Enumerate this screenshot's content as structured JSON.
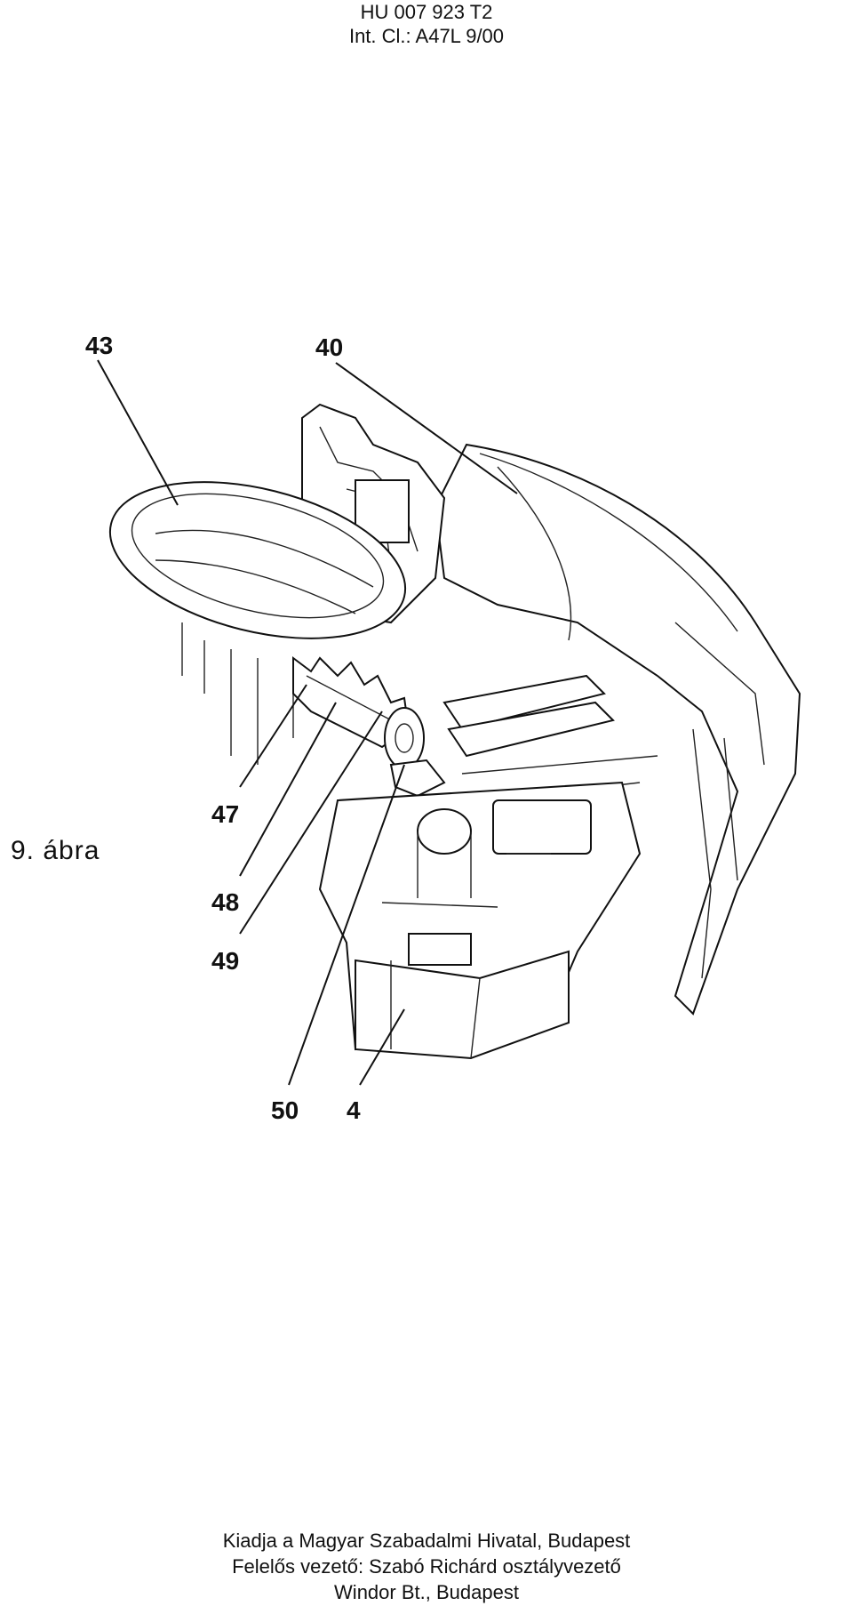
{
  "header": {
    "doc_number": "HU 007 923 T2",
    "classification": "Int. Cl.: A47L 9/00"
  },
  "figure": {
    "caption": "9. ábra",
    "labels": [
      "43",
      "40",
      "47",
      "48",
      "49",
      "50",
      "4"
    ]
  },
  "footer": {
    "line1": "Kiadja a Magyar Szabadalmi Hivatal, Budapest",
    "line2": "Felelős vezető: Szabó Richárd osztályvezető",
    "line3": "Windor Bt., Budapest"
  }
}
